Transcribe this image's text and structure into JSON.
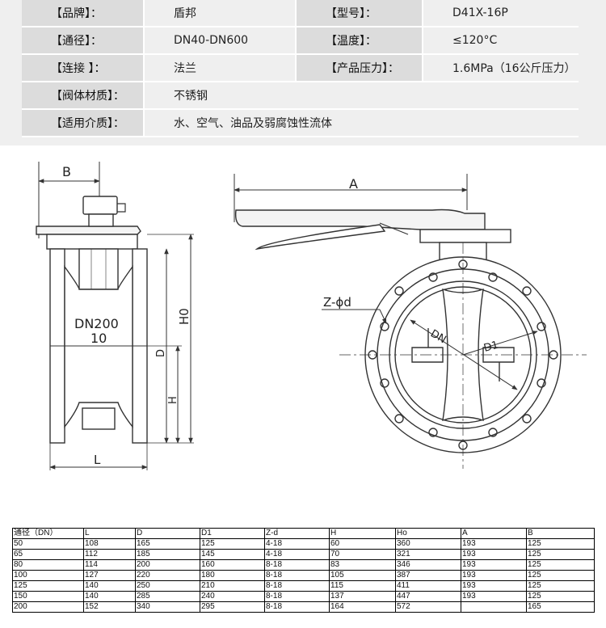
{
  "spec": {
    "rows": [
      {
        "label1": "【品牌】：",
        "value1": "盾邦",
        "label2": "【型号】：",
        "value2": "D41X-16P"
      },
      {
        "label1": "【通径】：",
        "value1": "DN40-DN600",
        "label2": "【温度】：",
        "value2": "≤120°C"
      },
      {
        "label1": "【连接 】：",
        "value1": "法兰",
        "label2": "【产品压力】：",
        "value2": "1.6MPa（16公斤压力）"
      },
      {
        "label1": "【阀体材质】：",
        "value1": "不锈钢"
      },
      {
        "label1": "【适用介质】：",
        "value1": "水、空气、油品及弱腐蚀性流体"
      }
    ]
  },
  "drawing": {
    "side_labels": {
      "b": "B",
      "h0": "H0",
      "d": "D",
      "h": "H",
      "l": "L",
      "dn": "DN200",
      "pn": "10"
    },
    "front_labels": {
      "a": "A",
      "bolts": "Z-ϕd",
      "dn": "DN",
      "d1": "D1"
    }
  },
  "dimensions": {
    "headers": [
      "通径（DN）",
      "L",
      "D",
      "D1",
      "Z-d",
      "H",
      "Ho",
      "A",
      "B"
    ],
    "rows": [
      [
        "50",
        "108",
        "165",
        "125",
        "4-18",
        "60",
        "360",
        "193",
        "125"
      ],
      [
        "65",
        "112",
        "185",
        "145",
        "4-18",
        "70",
        "321",
        "193",
        "125"
      ],
      [
        "80",
        "114",
        "200",
        "160",
        "8-18",
        "83",
        "346",
        "193",
        "125"
      ],
      [
        "100",
        "127",
        "220",
        "180",
        "8-18",
        "105",
        "387",
        "193",
        "125"
      ],
      [
        "125",
        "140",
        "250",
        "210",
        "8-18",
        "115",
        "411",
        "193",
        "125"
      ],
      [
        "150",
        "140",
        "285",
        "240",
        "8-18",
        "137",
        "447",
        "193",
        "125"
      ],
      [
        "200",
        "152",
        "340",
        "295",
        "8-18",
        "164",
        "572",
        "",
        "165"
      ]
    ]
  }
}
